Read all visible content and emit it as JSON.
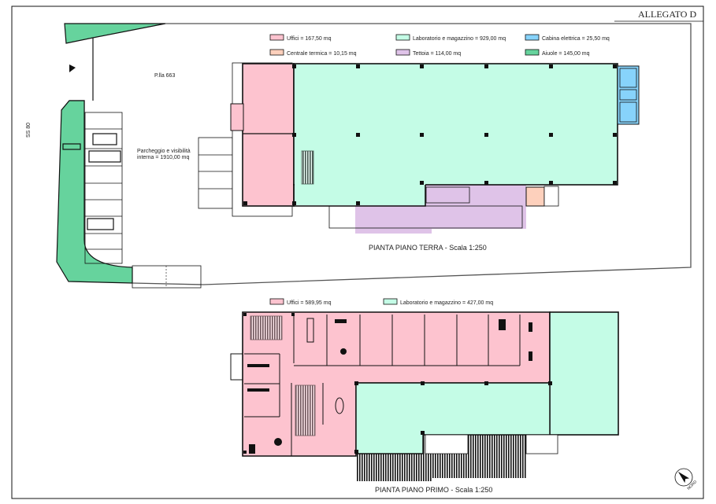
{
  "sheet": {
    "annex_label": "ALLEGATO D"
  },
  "colors": {
    "uffici": "#fdc3cf",
    "laboratorio": "#c4fce6",
    "cabina": "#87d3fb",
    "centrale": "#fdd0bc",
    "tettoia": "#dfc3e8",
    "aiuole": "#66d39d"
  },
  "ground_floor": {
    "legend": [
      {
        "key": "uffici",
        "label": "Uffici = 167,50 mq"
      },
      {
        "key": "laboratorio",
        "label": "Laboratorio e magazzino = 929,00 mq"
      },
      {
        "key": "cabina",
        "label": "Cabina elettrica = 25,50 mq"
      },
      {
        "key": "centrale",
        "label": "Centrale termica = 10,15 mq"
      },
      {
        "key": "tettoia",
        "label": "Tettoia = 114,00 mq"
      },
      {
        "key": "aiuole",
        "label": "Aiuole = 145,00 mq"
      }
    ],
    "parcel_label": "P.lla 663",
    "road_label": "SS 80",
    "parking_label_line1": "Parcheggio e visibilità",
    "parking_label_line2": "interna = 1910,00 mq",
    "title": "PIANTA PIANO TERRA - Scala 1:250"
  },
  "first_floor": {
    "legend": [
      {
        "key": "uffici",
        "label": "Uffici = 589,95 mq"
      },
      {
        "key": "laboratorio",
        "label": "Laboratorio e magazzino = 427,00 mq"
      }
    ],
    "title": "PIANTA PIANO PRIMO - Scala 1:250"
  },
  "north_arrow": {
    "label": "NORD"
  }
}
